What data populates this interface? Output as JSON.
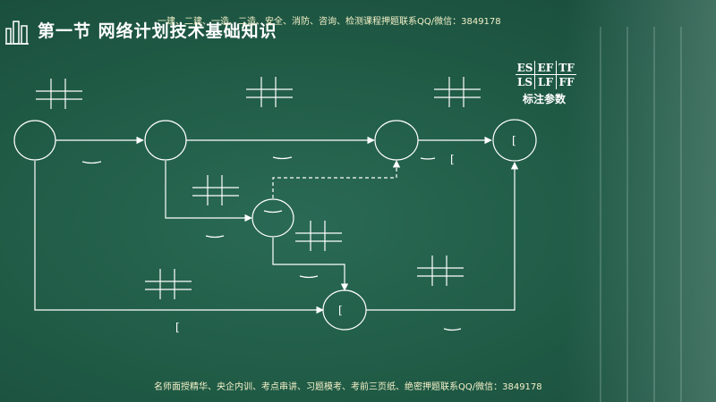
{
  "header": {
    "title": "第一节    网络计划技术基础知识",
    "watermark_top": "一建、二建、一造、二造、安全、消防、咨询、检测课程押题联系QQ/微信：3849178"
  },
  "legend": {
    "cells": [
      "ES",
      "EF",
      "TF",
      "LS",
      "LF",
      "FF"
    ],
    "caption": "标注参数"
  },
  "diagram": {
    "node_marks": {
      "node_5": "[",
      "node_6": "["
    },
    "edge_marks": {
      "arrow_4_5": "[",
      "arrow_1_6": "["
    }
  },
  "footer": {
    "watermark_bottom": "名师面授精华、央企内训、考点串讲、习题模考、考前三页纸、绝密押题联系QQ/微信：3849178"
  },
  "colors": {
    "background": "#1f5a45",
    "line": "#ffffff",
    "watermark": "#f4f1c8"
  }
}
